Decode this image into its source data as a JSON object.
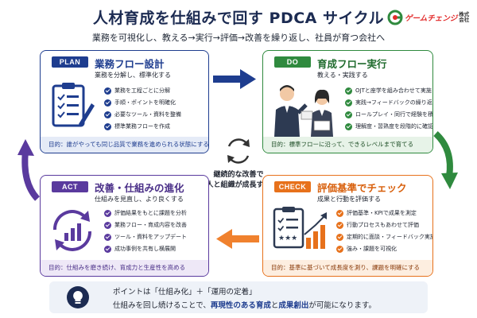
{
  "header": {
    "title": "人材育成を仕組みで回す PDCA サイクル",
    "subtitle": "業務を可視化し、教える→実行→評価→改善を繰り返し、社員が育つ会社へ",
    "logo_name": "ゲームチェンジ",
    "logo_suffix_1": "株式",
    "logo_suffix_2": "会社"
  },
  "colors": {
    "plan": "#1e3d8f",
    "do": "#2f8a3e",
    "check": "#e7711b",
    "act": "#5a3a9e",
    "title": "#1c2b52"
  },
  "plan": {
    "badge": "PLAN",
    "title": "業務フロー設計",
    "subtitle": "業務を分解し、標準化する",
    "items": [
      "業務を工程ごとに分解",
      "手順・ポイントを明確化",
      "必要なツール・資料を整備",
      "標準業務フローを作成"
    ],
    "footer": "目的：誰がやっても同じ品質で業務を進められる状態にする",
    "icon": "checklist-clipboard-icon"
  },
  "do": {
    "badge": "DO",
    "title": "育成フロー実行",
    "subtitle": "教える・実践する",
    "items": [
      "OJTと座学を組み合わせて実施",
      "実践→フィードバックの繰り返し",
      "ロールプレイ・同行で経験を積む",
      "理解度・習熟度を段階的に確認"
    ],
    "footer": "目的：標準フローに沿って、できるレベルまで育てる",
    "icon": "mentor-trainee-illustration"
  },
  "check": {
    "badge": "CHECK",
    "title": "評価基準でチェック",
    "subtitle": "成果と行動を評価する",
    "items": [
      "評価基準・KPIで成果を測定",
      "行動プロセスもあわせて評価",
      "定期的に面談・フィードバック実施",
      "強み・課題を可視化"
    ],
    "footer": "目的：基準に基づいて成長度を測り、課題を明確にする",
    "icon": "evaluation-chart-icon"
  },
  "act": {
    "badge": "ACT",
    "title": "改善・仕組みの進化",
    "subtitle": "仕組みを見直し、より良くする",
    "items": [
      "評価結果をもとに課題を分析",
      "業務フロー・育成内容を改善",
      "ツール・資料をアップデート",
      "成功事例を共有し横展開"
    ],
    "footer": "目的：仕組みを磨き続け、育成力と生産性を高める",
    "icon": "improvement-cycle-icon"
  },
  "center": {
    "line1": "継続的な改善で",
    "line2": "人と組織が成長する",
    "icon": "cycle-arrows-icon"
  },
  "point": {
    "line1": "ポイントは「仕組み化」＋「運用の定着」",
    "line2_prefix": "仕組みを回し続けることで、",
    "line2_hl1": "再現性のある育成",
    "line2_mid": "と",
    "line2_hl2": "成果創出",
    "line2_suffix": "が可能になります。",
    "icon": "lightbulb-icon"
  }
}
